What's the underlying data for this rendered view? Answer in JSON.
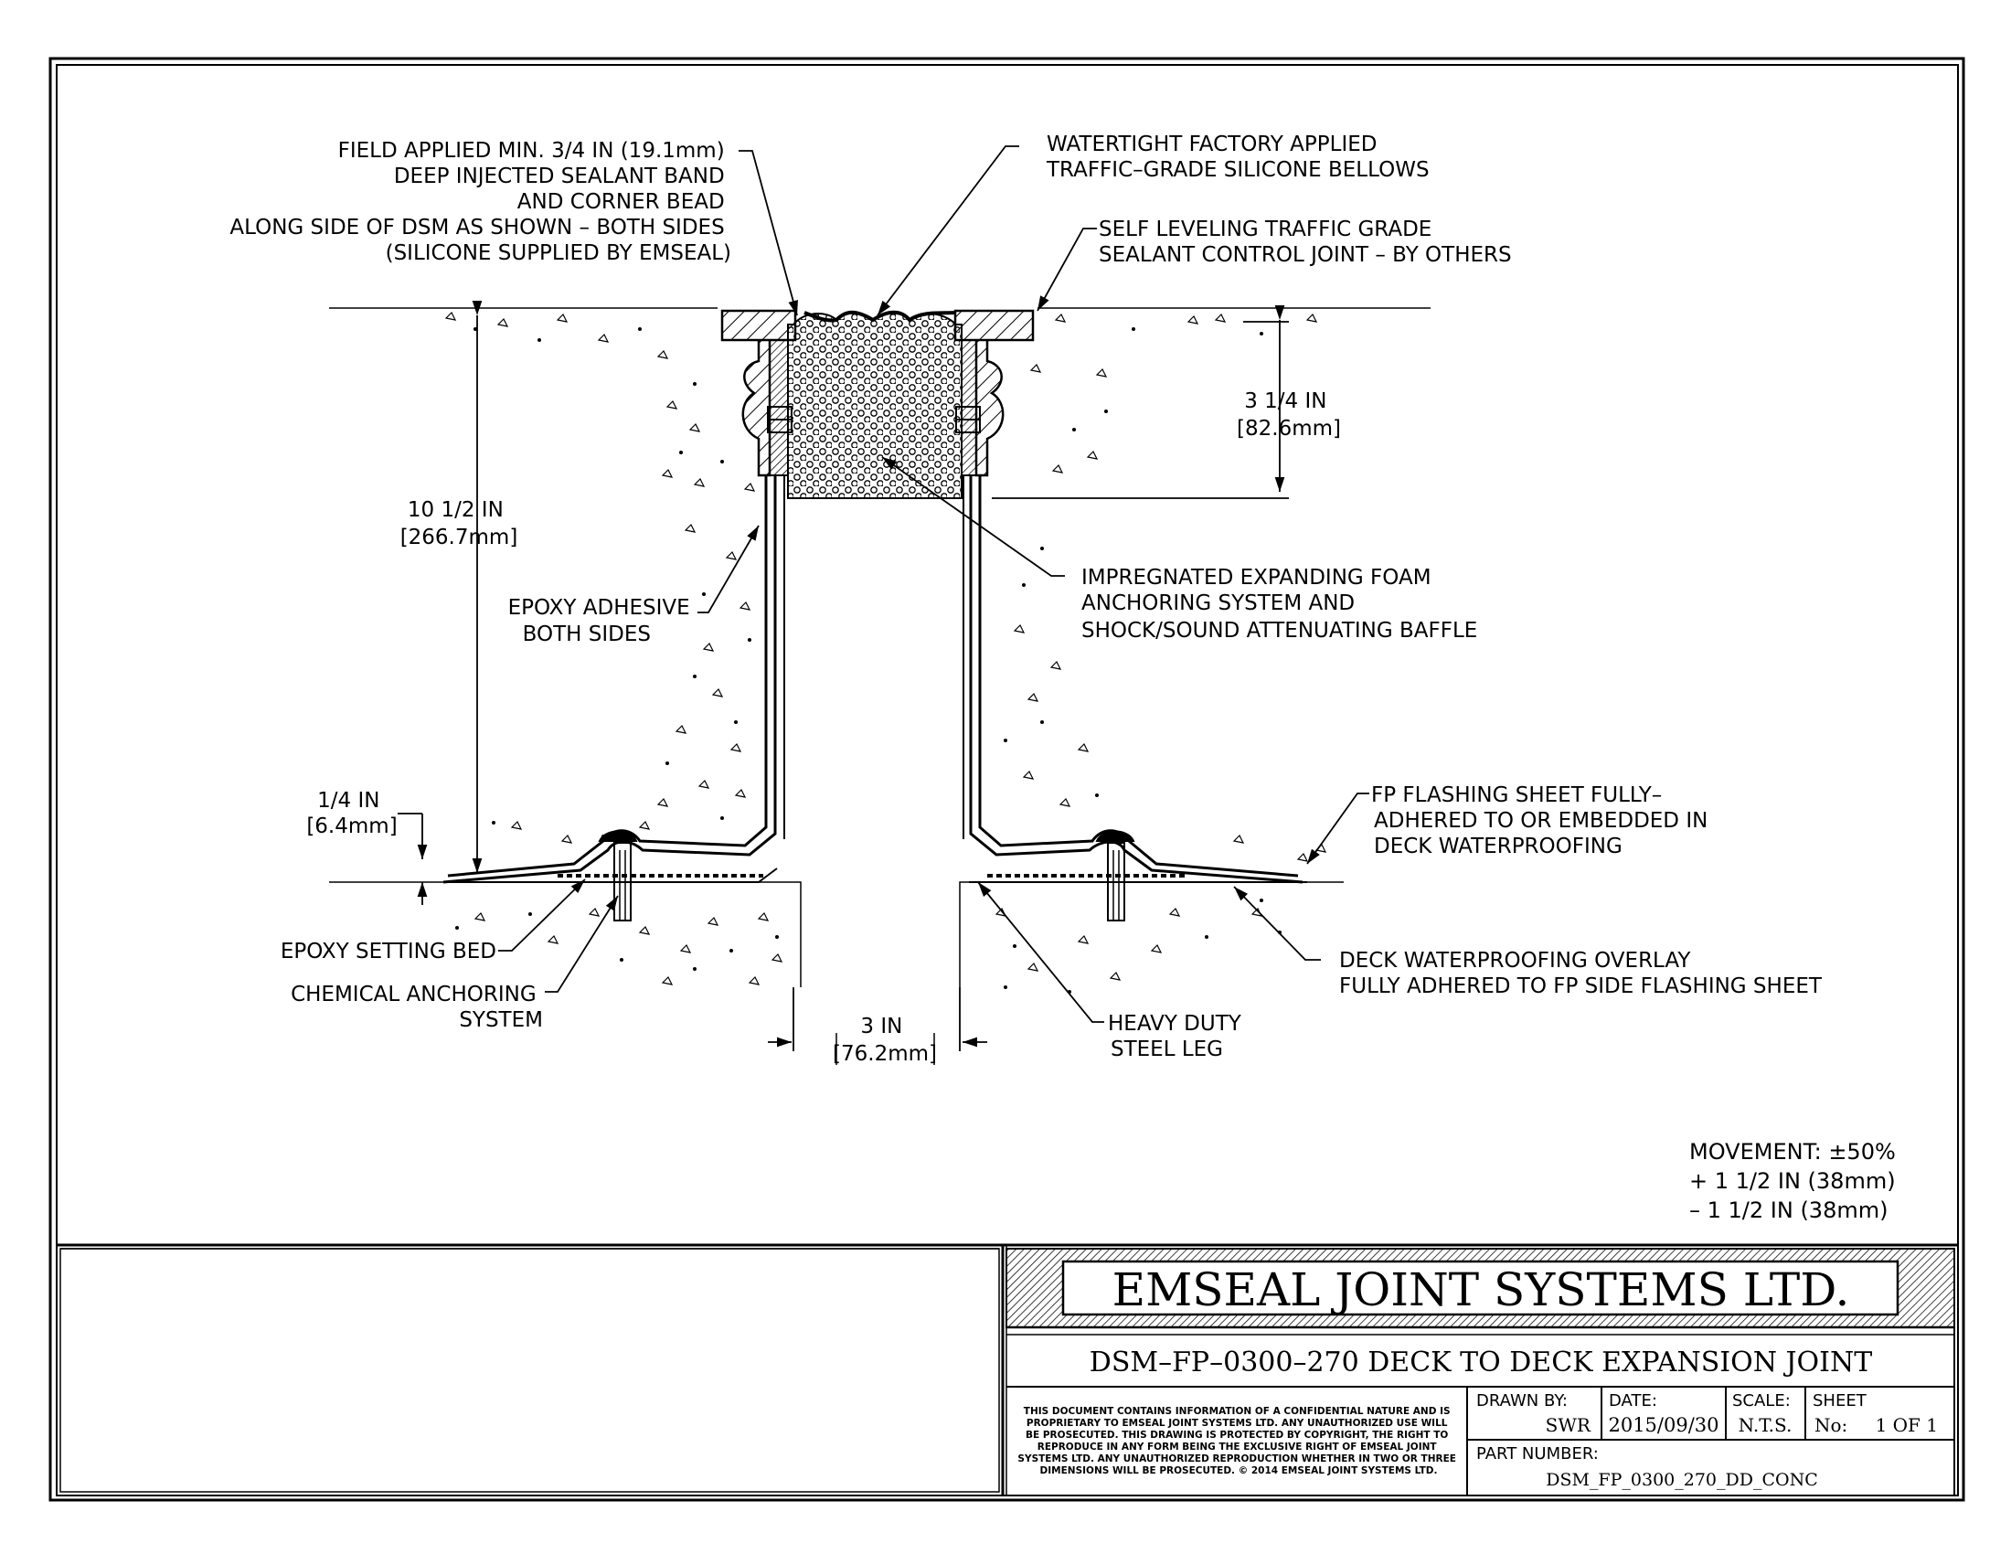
{
  "callouts": {
    "sealant_band": [
      "FIELD APPLIED MIN. 3/4 IN (19.1mm)",
      "DEEP INJECTED SEALANT BAND",
      "AND CORNER BEAD",
      "ALONG SIDE OF DSM AS SHOWN – BOTH SIDES",
      "(SILICONE SUPPLIED BY EMSEAL)"
    ],
    "bellows": [
      "WATERTIGHT FACTORY APPLIED",
      "TRAFFIC–GRADE SILICONE BELLOWS"
    ],
    "control_joint": [
      "SELF LEVELING TRAFFIC GRADE",
      "SEALANT CONTROL JOINT – BY OTHERS"
    ],
    "foam": [
      "IMPREGNATED EXPANDING FOAM",
      "ANCHORING SYSTEM AND",
      "SHOCK/SOUND ATTENUATING BAFFLE"
    ],
    "epoxy_adhesive": [
      "EPOXY ADHESIVE",
      "BOTH SIDES"
    ],
    "flashing": [
      "FP FLASHING SHEET FULLY–",
      "ADHERED TO OR EMBEDDED IN",
      "DECK WATERPROOFING"
    ],
    "setting_bed": [
      "EPOXY SETTING BED"
    ],
    "anchoring": [
      "CHEMICAL ANCHORING",
      "SYSTEM"
    ],
    "overlay": [
      "DECK WATERPROOFING OVERLAY",
      "FULLY ADHERED TO FP SIDE FLASHING SHEET"
    ],
    "steel_leg": [
      "HEAVY DUTY",
      "STEEL LEG"
    ]
  },
  "dimensions": {
    "depth": [
      "10 1/2 IN",
      "[266.7mm]"
    ],
    "foam_depth": [
      "3 1/4 IN",
      "[82.6mm]"
    ],
    "flashing_thickness": [
      "1/4 IN",
      "[6.4mm]"
    ],
    "gap": [
      "3 IN",
      "[76.2mm]"
    ]
  },
  "movement": [
    "MOVEMENT: ±50%",
    "+ 1 1/2 IN (38mm)",
    "– 1 1/2 IN (38mm)"
  ],
  "title_block": {
    "company": "EMSEAL JOINT SYSTEMS LTD.",
    "drawing_title": "DSM–FP–0300–270 DECK TO DECK EXPANSION JOINT",
    "confidential": [
      "THIS DOCUMENT CONTAINS INFORMATION OF A CONFIDENTIAL NATURE AND IS",
      "PROPRIETARY TO EMSEAL JOINT SYSTEMS LTD. ANY UNAUTHORIZED USE WILL",
      "BE PROSECUTED. THIS DRAWING IS PROTECTED BY COPYRIGHT, THE RIGHT TO",
      "REPRODUCE IN ANY FORM BEING THE EXCLUSIVE RIGHT OF EMSEAL JOINT",
      "SYSTEMS LTD. ANY UNAUTHORIZED REPRODUCTION WHETHER IN TWO OR THREE",
      "DIMENSIONS WILL BE PROSECUTED. © 2014 EMSEAL JOINT SYSTEMS LTD."
    ],
    "drawn_by_label": "DRAWN BY:",
    "drawn_by": "SWR",
    "date_label": "DATE:",
    "date": "2015/09/30",
    "scale_label": "SCALE:",
    "scale": "N.T.S.",
    "sheet_label": "SHEET",
    "sheet_no_label": "No:",
    "sheet_no": "1 OF 1",
    "part_number_label": "PART NUMBER:",
    "part_number": "DSM_FP_0300_270_DD_CONC"
  }
}
